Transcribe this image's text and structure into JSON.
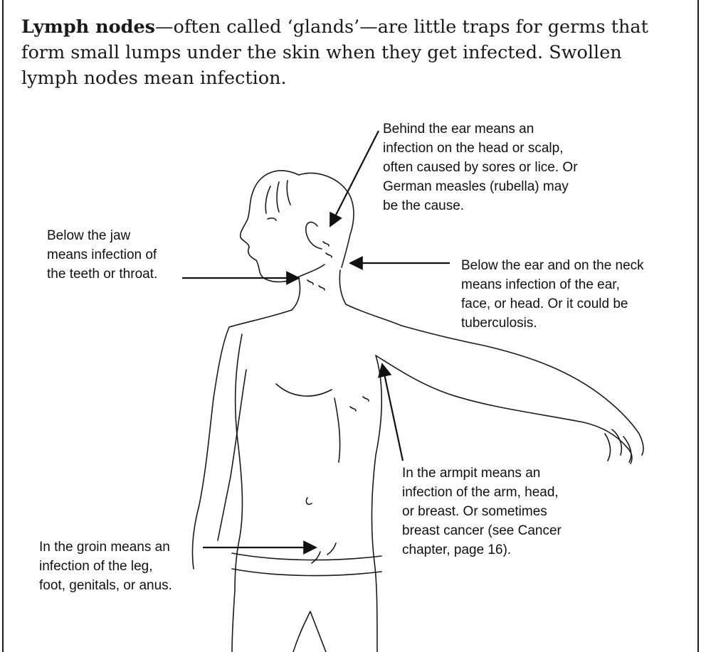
{
  "intro": {
    "term": "Lymph nodes",
    "text": "—often called ‘glands’—are little traps for germs that form small lumps under the skin when they get infected. Swollen lymph nodes mean infection."
  },
  "callouts": {
    "behind_ear": [
      "Behind the ear means an",
      "infection on the head or scalp,",
      "often caused by sores or lice. Or",
      "German measles (rubella) may",
      "be the cause."
    ],
    "below_jaw": [
      "Below the jaw",
      "means infection of",
      "the teeth or throat."
    ],
    "below_ear_neck": [
      "Below the ear and on the neck",
      "means infection of the ear,",
      "face, or head. Or it could be",
      "tuberculosis."
    ],
    "armpit": [
      "In the armpit means an",
      "infection of the arm, head,",
      "or breast. Or sometimes",
      "breast cancer (see Cancer",
      "chapter, page 16)."
    ],
    "groin": [
      "In the groin means an",
      "infection of the leg,",
      "foot, genitals, or anus."
    ]
  }
}
